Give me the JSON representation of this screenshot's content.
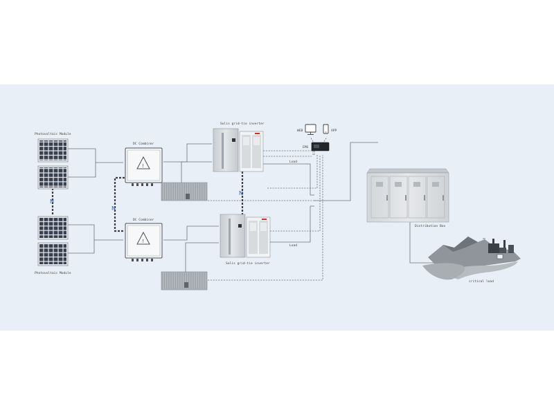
{
  "labels": {
    "pv_top": "Photovoltaic Module",
    "pv_bottom": "Photovoltaic Module",
    "combiner_top": "DC Combiner",
    "combiner_bottom": "DC Combiner",
    "inverter_top": "Solis grid-tie inverter",
    "inverter_bottom": "Solis grid-tie inverter",
    "web": "WEB",
    "app": "APP",
    "ems": "EMS",
    "load_top": "Load",
    "load_bottom": "Load",
    "distribution_box": "Distribution Box",
    "critical_load": "critical load",
    "n_pv": "N",
    "n_combiner": "N",
    "n_inverter": "N"
  },
  "colors": {
    "band": "#e8eff7",
    "wire": "#6d7278",
    "dashed_bus": "#3a3d42",
    "n_marker": "#2d5fae",
    "panel_cell": "#3a4150",
    "cabinet": "#d9dcdf"
  },
  "icons": [
    "solar-panel-icon",
    "combiner-box-icon",
    "warning-triangle-icon",
    "inverter-cabinet-icon",
    "battery-container-icon",
    "monitor-icon",
    "phone-icon",
    "ems-logger-icon",
    "distribution-box-icon",
    "factory-landscape-icon"
  ]
}
